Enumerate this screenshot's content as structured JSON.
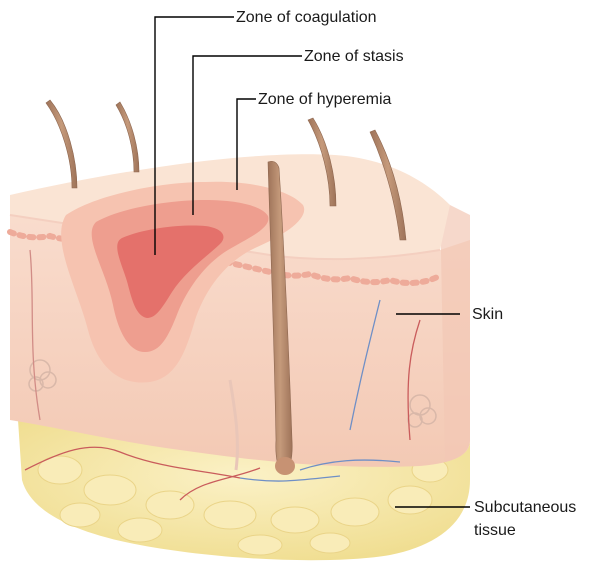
{
  "labels": {
    "coagulation": "Zone of coagulation",
    "stasis": "Zone of stasis",
    "hyperemia": "Zone of hyperemia",
    "skin": "Skin",
    "subcutaneous_line1": "Subcutaneous",
    "subcutaneous_line2": "tissue"
  },
  "colors": {
    "skin_top": "#f9e2d1",
    "skin_body": "#f7d3c2",
    "subcutaneous": "#f3e6a6",
    "hyperemia": "#f6c1ae",
    "stasis": "#ef9c8e",
    "coagulation": "#e4706b",
    "hair": "#b5896c",
    "leader_line": "#000000"
  }
}
